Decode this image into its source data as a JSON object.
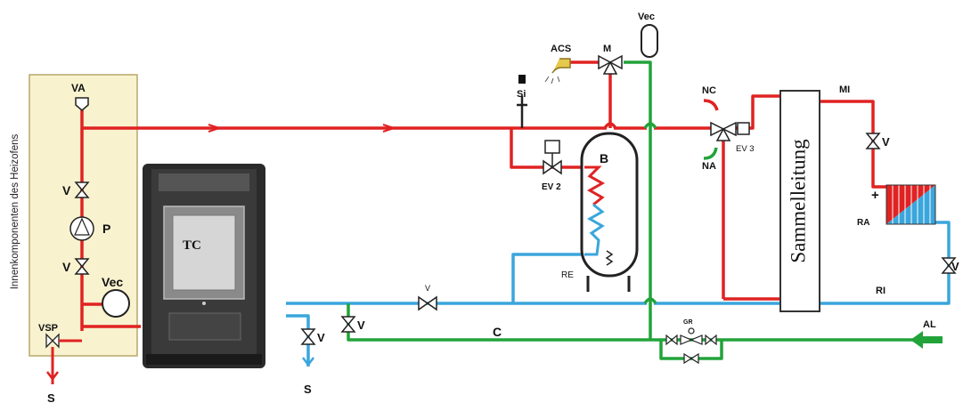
{
  "colors": {
    "hot": "#e02222",
    "cold": "#3aa6dc",
    "mains": "#22a33a",
    "panel": "#f8f2cf",
    "panel_border": "#b8a86a",
    "stove_body": "#2a2a2a",
    "stove_window": "#d6d6d6"
  },
  "side_label": "Innenkomponenten des Heizofens",
  "labels": {
    "va": "VA",
    "v_upper": "V",
    "p": "P",
    "v_lower": "V",
    "vec_inner": "Vec",
    "vsp": "VSP",
    "s_left": "S",
    "tc": "TC",
    "s_mid": "S",
    "v_drain": "V",
    "v_cold_drop": "V",
    "v_cold_line": "V",
    "c_line": "C",
    "si": "Si",
    "acs": "ACS",
    "m": "M",
    "vec_top": "Vec",
    "ev2": "EV 2",
    "b": "B",
    "re": "RE",
    "nc": "NC",
    "na": "NA",
    "ev3": "EV 3",
    "manifold": "Sammelleitung",
    "mi": "MI",
    "v_mi": "V",
    "plus": "+",
    "ra": "RA",
    "v_ri": "V",
    "ri": "RI",
    "gr": "GR",
    "al": "AL"
  }
}
